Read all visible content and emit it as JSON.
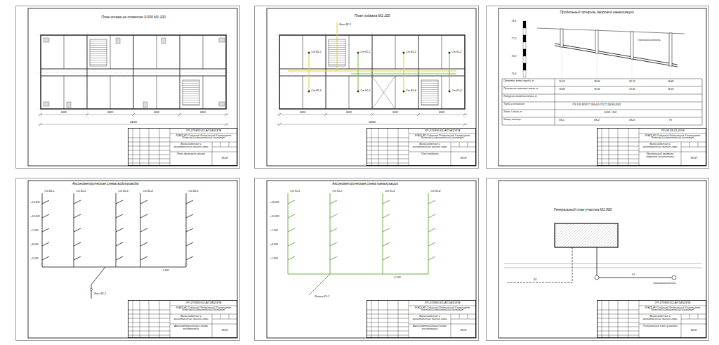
{
  "diagram": {
    "nodes": [
      {
        "text": [
          "План этажа на отметке 0.000 М1:100"
        ]
      },
      {
        "text": [
          "УР-270800.62-АП14023П4",
          "ФГАОУ ВО Сибирский Федеральный Университет \"Инженерно-строительный институт\"",
          "Водоснабжение и водоотведение жилого дома",
          "План типового этажа",
          "ИСИ"
        ],
        "in": 0
      },
      {
        "text": [
          "План подвала М1:100"
        ]
      },
      {
        "text": [
          "УР-270800.62-АП14023П4",
          "ФГАОУ ВО Сибирский Федеральный Университет \"Инженерно-строительный институт\"",
          "Водоснабжение и водоотведение жилого дома",
          "План подвала",
          "ИСИ"
        ],
        "in": 2
      },
      {
        "text": [
          "Продольный профиль дворовой канализации"
        ]
      },
      {
        "text": [
          "УР-08.03.01-2016",
          "ФГАОУ ВО Сибирский Федеральный Университет \"Инженерно-строительный институт\"",
          "Водоснабжение и водоотведение жилого дома",
          "Продольный профиль дворовой канализации",
          "ИСИ"
        ],
        "in": 4
      },
      {
        "text": [
          "Аксонометрическая схема водопровода"
        ]
      },
      {
        "text": [
          "УР-270800.62-АП14023П4",
          "ФГАОУ ВО Сибирский Федеральный Университет \"Инженерно-строительный институт\"",
          "Водоснабжение и водоотведение жилого дома",
          "Аксонометрическая схема водопровода",
          "ИСИ"
        ],
        "in": 6
      },
      {
        "text": [
          "Аксонометрическая схема канализации"
        ]
      },
      {
        "text": [
          "УР-270800.62-АП14023П4",
          "ФГАОУ ВО Сибирский Федеральный Университет \"Инженерно-строительный институт\"",
          "Водоснабжение и водоотведение жилого дома",
          "Аксонометрическая схема канализации",
          "ИСИ"
        ],
        "in": 8
      },
      {
        "text": [
          "Генеральный план участка М1:500"
        ]
      },
      {
        "text": [
          "УР-270800.62-АП14023П4",
          "ФГАОУ ВО Сибирский Федеральный Университет \"Инженерно-строительный институт\"",
          "Водоснабжение и водоотведение жилого дома",
          "Генеральный план участка",
          "ИСИ"
        ],
        "in": 10
      }
    ],
    "labels": [
      "6000",
      "6000",
      "6000",
      "6000",
      "24000",
      "6000",
      "6000",
      "6000",
      "6000",
      "24000",
      "Ст В1-1",
      "Ст К1-1",
      "Ст В1-2",
      "Ст К1-2",
      "Ст В1-3",
      "Ст К1-3",
      "Ст В1-4",
      "Ст К1-4",
      "Ввод В1-1",
      "78,0",
      "77,0",
      "76,0",
      "75,0",
      "Городской колодец",
      "Отметка лотка трубы, м",
      "Проектная отметка земли, м",
      "Натурная отметка земли, м",
      "Труба и основание",
      "Уклон / длина, м",
      "Номер колодца",
      "75,20",
      "74,95",
      "74,70",
      "74,45",
      "78,40",
      "78,35",
      "78,30",
      "78,25",
      "ПЭ 100 SDR17 160х9,5 ГОСТ 18599-2001",
      "0,005 / 150",
      "КК-1",
      "КК-2",
      "КК-3",
      "ГК",
      "Ст В1-1",
      "Ст В1-2",
      "Ст В1-3",
      "Ст В1-4",
      "Ст В1-5",
      "+13.200",
      "+10.200",
      "+7.200",
      "+4.200",
      "+1.200",
      "-1.900",
      "Ввод В1-1",
      "Ст К1-1",
      "Ст К1-2",
      "Ст К1-3",
      "Ст К1-4",
      "+13.200",
      "+10.200",
      "+7.200",
      "+4.200",
      "+1.200",
      "-2.100",
      "Выпуск К1-1",
      "К1",
      "В1",
      "Городской колодец"
    ]
  }
}
